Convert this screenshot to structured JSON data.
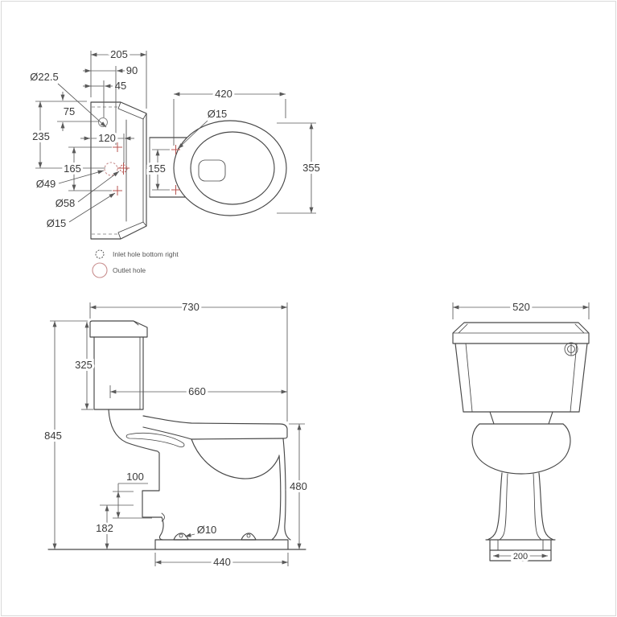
{
  "colors": {
    "line": "#474747",
    "dimension_line": "#5a5a5a",
    "text": "#3a3a3a",
    "fixing_marker_red": "#b85450",
    "outlet_pink": "#c98f8f",
    "background": "#ffffff",
    "frame_border": "#d9d9d9"
  },
  "plan": {
    "dim_depth": "205",
    "dim_hole_offset": "90",
    "dim_inlet_offset": "45",
    "dim_inlet_from_top": "75",
    "dim_outlet_from_top": "235",
    "dim_outlet_offset": "120",
    "dim_fixing_span": "165",
    "dim_seat_fixing_span": "155",
    "dim_seat_length": "420",
    "dim_seat_width": "355",
    "label_inlet_dia": "Ø22.5",
    "label_outlet_dia": "Ø49",
    "label_flush_dia": "Ø58",
    "label_fixing_dia": "Ø15",
    "label_seat_fixing_dia": "Ø15"
  },
  "legend": {
    "inlet": "Inlet hole bottom right",
    "outlet": "Outlet hole"
  },
  "side": {
    "dim_overall_depth": "730",
    "dim_overall_height": "845",
    "dim_cistern_height": "325",
    "dim_bowl_front_depth": "660",
    "dim_seat_height": "480",
    "dim_outlet_upper": "100",
    "dim_outlet_height": "182",
    "dim_base_depth": "440",
    "label_base_fixing_dia": "Ø10"
  },
  "front": {
    "dim_cistern_width": "520",
    "dim_base_width": "200"
  }
}
